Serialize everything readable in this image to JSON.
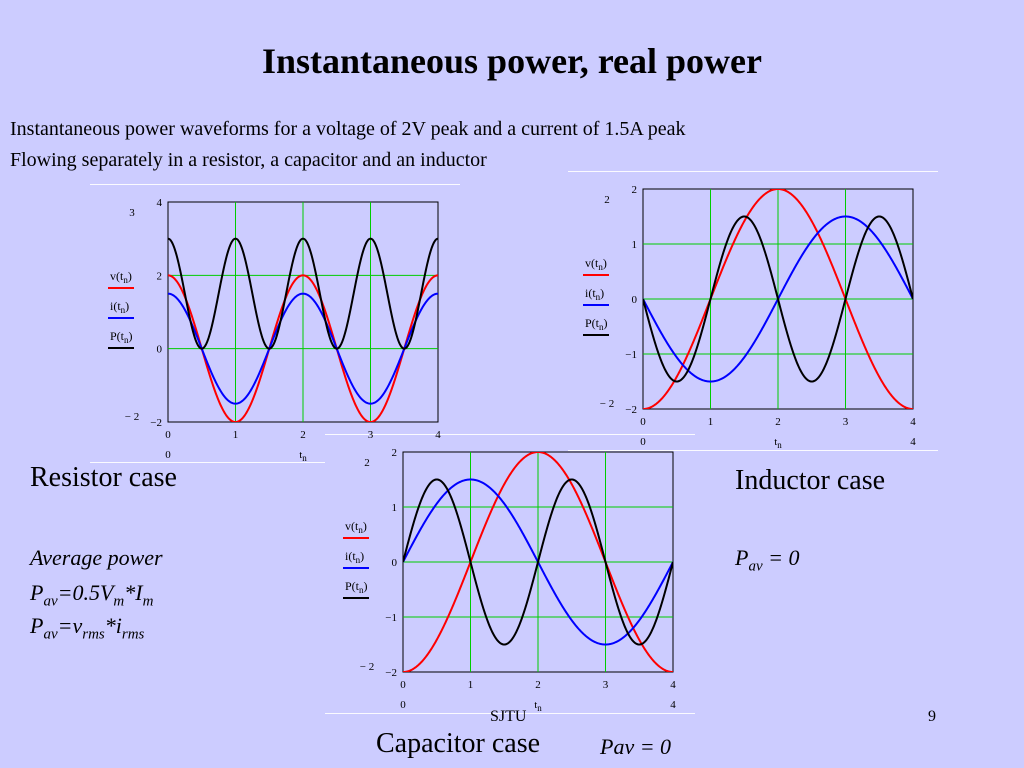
{
  "title": "Instantaneous power, real power",
  "description": {
    "line1": "Instantaneous power waveforms for a voltage of 2V peak and a current of 1.5A peak",
    "line2": "Flowing separately in a resistor, a capacitor and an inductor"
  },
  "resistor": {
    "caption": "Resistor case",
    "avg_label": "Average power",
    "formula1": {
      "p": "P",
      "av": "av",
      "eq": "=0.5V",
      "m": "m",
      "star": "*I",
      "m2": "m"
    },
    "formula2": {
      "p": "P",
      "av": "av",
      "eq": "=v",
      "rms": "rms",
      "star": "*i",
      "rms2": "rms"
    }
  },
  "inductor": {
    "caption": "Inductor case",
    "pav": {
      "p": "P",
      "av": "av",
      "rest": " = 0"
    }
  },
  "capacitor": {
    "caption": "Capacitor case",
    "pav": "Pav = 0"
  },
  "footer": {
    "org": "SJTU",
    "page": "9"
  },
  "colors": {
    "v": "#ff0000",
    "i": "#0000ff",
    "p": "#000000",
    "grid": "#00cc00",
    "bg": "#ccccff"
  },
  "legend": [
    {
      "fn": "v",
      "arg": "t",
      "sub": "n",
      "color": "#ff0000"
    },
    {
      "fn": "i",
      "arg": "t",
      "sub": "n",
      "color": "#0000ff"
    },
    {
      "fn": "P",
      "arg": "t",
      "sub": "n",
      "color": "#000000"
    }
  ],
  "chart_data": [
    {
      "id": "resistor",
      "type": "line",
      "xlabel": "t",
      "xlabel_sub": "n",
      "xlim": [
        0,
        4
      ],
      "ylim": [
        -2,
        4
      ],
      "xticks": [
        "0",
        "1",
        "2",
        "3",
        "4"
      ],
      "yticks": [
        "4",
        "2",
        "0",
        "−2"
      ],
      "ytick_values": [
        4,
        2,
        0,
        -2
      ],
      "corner_labels": {
        "ytop": "3",
        "ybottom": "− 2",
        "xleft": "0",
        "xright": ""
      },
      "grid": true,
      "series": [
        {
          "name": "v(t_n)",
          "color": "#ff0000",
          "amplitude": 2,
          "frequency_cycles": 2,
          "phase_deg": 0,
          "kind": "cos"
        },
        {
          "name": "i(t_n)",
          "color": "#0000ff",
          "amplitude": 1.5,
          "frequency_cycles": 2,
          "phase_deg": 0,
          "kind": "cos"
        },
        {
          "name": "P(t_n)",
          "color": "#000000",
          "kind": "product",
          "peak": 3,
          "min": 0
        }
      ]
    },
    {
      "id": "inductor",
      "type": "line",
      "xlabel": "t",
      "xlabel_sub": "n",
      "xlim": [
        0,
        4
      ],
      "ylim": [
        -2,
        2
      ],
      "xticks": [
        "0",
        "1",
        "2",
        "3",
        "4"
      ],
      "yticks": [
        "2",
        "1",
        "0",
        "−1",
        "−2"
      ],
      "ytick_values": [
        2,
        1,
        0,
        -1,
        -2
      ],
      "corner_labels": {
        "ytop": "2",
        "ybottom": "− 2",
        "xleft": "0",
        "xright": "4"
      },
      "grid": true,
      "series": [
        {
          "name": "v(t_n)",
          "color": "#ff0000",
          "amplitude": 2,
          "frequency_cycles": 1,
          "phase_deg": 180,
          "kind": "cos"
        },
        {
          "name": "i(t_n)",
          "color": "#0000ff",
          "amplitude": 1.5,
          "frequency_cycles": 1,
          "phase_deg": 90,
          "kind": "cos"
        },
        {
          "name": "P(t_n)",
          "color": "#000000",
          "amplitude": 1.5,
          "frequency_cycles": 2,
          "phase_deg": 90,
          "kind": "cos"
        }
      ]
    },
    {
      "id": "capacitor",
      "type": "line",
      "xlabel": "t",
      "xlabel_sub": "n",
      "xlim": [
        0,
        4
      ],
      "ylim": [
        -2,
        2
      ],
      "xticks": [
        "0",
        "1",
        "2",
        "3",
        "4"
      ],
      "yticks": [
        "2",
        "1",
        "0",
        "−1",
        "−2"
      ],
      "ytick_values": [
        2,
        1,
        0,
        -1,
        -2
      ],
      "corner_labels": {
        "ytop": "2",
        "ybottom": "− 2",
        "xleft": "0",
        "xright": "4"
      },
      "grid": true,
      "series": [
        {
          "name": "v(t_n)",
          "color": "#ff0000",
          "amplitude": 2,
          "frequency_cycles": 1,
          "phase_deg": 180,
          "kind": "cos"
        },
        {
          "name": "i(t_n)",
          "color": "#0000ff",
          "amplitude": 1.5,
          "frequency_cycles": 1,
          "phase_deg": 270,
          "kind": "cos"
        },
        {
          "name": "P(t_n)",
          "color": "#000000",
          "amplitude": 1.5,
          "frequency_cycles": 2,
          "phase_deg": 270,
          "kind": "cos"
        }
      ]
    }
  ]
}
